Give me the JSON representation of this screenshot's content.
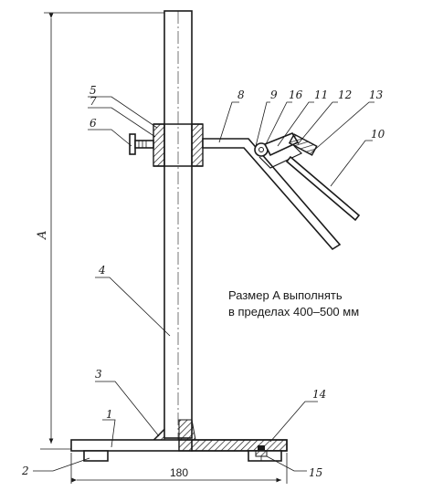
{
  "figure": {
    "note_lines": [
      "Размер A выполнять",
      "в пределах 400–500 мм"
    ],
    "dimension_width": "180",
    "dimension_height": "A"
  },
  "callouts": [
    {
      "id": "1",
      "text": "1"
    },
    {
      "id": "2",
      "text": "2"
    },
    {
      "id": "3",
      "text": "3"
    },
    {
      "id": "4",
      "text": "4"
    },
    {
      "id": "5",
      "text": "5"
    },
    {
      "id": "6",
      "text": "6"
    },
    {
      "id": "7",
      "text": "7"
    },
    {
      "id": "8",
      "text": "8"
    },
    {
      "id": "9",
      "text": "9"
    },
    {
      "id": "10",
      "text": "10"
    },
    {
      "id": "11",
      "text": "11"
    },
    {
      "id": "12",
      "text": "12"
    },
    {
      "id": "13",
      "text": "13"
    },
    {
      "id": "14",
      "text": "14"
    },
    {
      "id": "15",
      "text": "15"
    },
    {
      "id": "16",
      "text": "16"
    }
  ]
}
